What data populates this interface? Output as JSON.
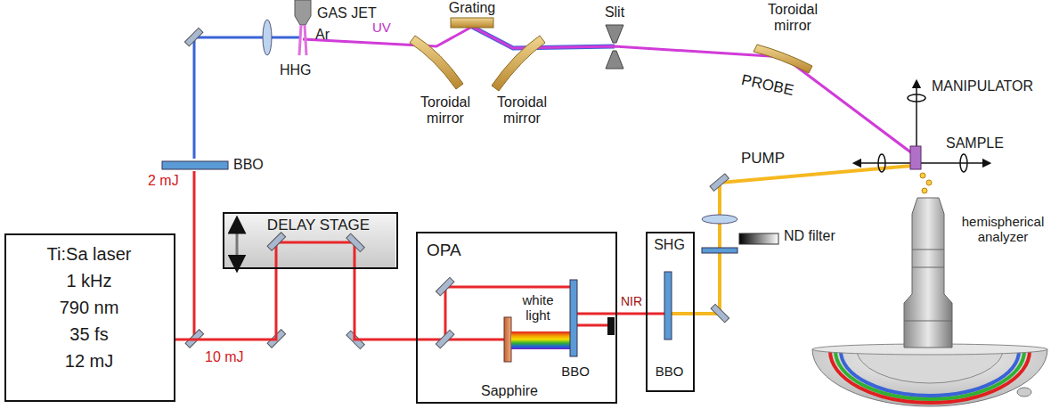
{
  "diagram": {
    "nodes": [
      {
        "text": [
          "Ti:Sa laser",
          "1 kHz",
          "790 nm",
          "35 fs",
          "12 mJ"
        ]
      },
      {
        "text": [
          "DELAY STAGE"
        ]
      },
      {
        "text": [
          "OPA",
          "white light",
          "Sapphire",
          "BBO"
        ]
      },
      {
        "text": [
          "SHG",
          "BBO"
        ]
      }
    ],
    "edges": [
      {
        "from": 0,
        "to": 1,
        "label": "10 mJ",
        "arrow": "none"
      },
      {
        "from": 1,
        "to": 2,
        "arrow": "none"
      },
      {
        "from": 2,
        "to": 3,
        "label": "NIR",
        "arrow": "none"
      }
    ],
    "labels": [
      "GAS JET",
      "Ar",
      "UV",
      "HHG",
      "Grating",
      "Toroidal mirror",
      "Toroidal mirror",
      "Slit",
      "Toroidal mirror",
      "PROBE",
      "MANIPULATOR",
      "SAMPLE",
      "PUMP",
      "ND filter",
      "hemispherical analyzer",
      "BBO",
      "2 mJ"
    ]
  }
}
